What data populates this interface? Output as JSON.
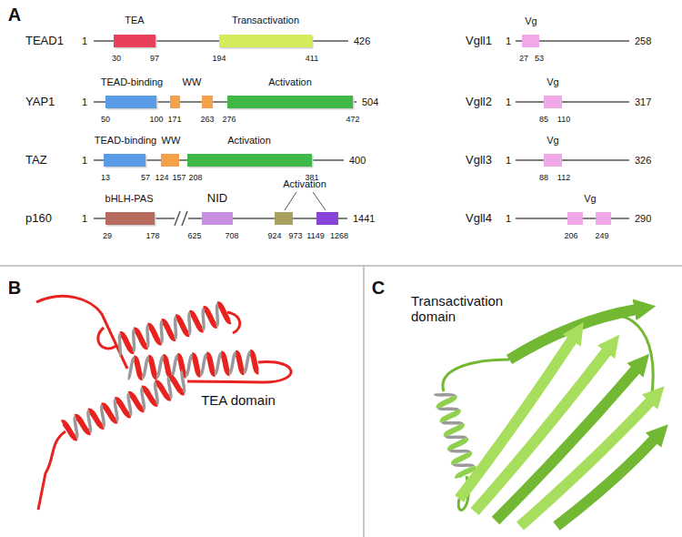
{
  "diagram": {
    "labels": [
      "A",
      "TEA",
      "Transactivation",
      "TEAD1",
      "1",
      "426",
      "30",
      "97",
      "194",
      "411",
      "TEAD-binding",
      "WW",
      "Activation",
      "YAP1",
      "1",
      "504",
      "50",
      "100",
      "171",
      "263",
      "276",
      "472",
      "TEAD-binding",
      "WW",
      "Activation",
      "TAZ",
      "1",
      "400",
      "13",
      "57",
      "124",
      "157",
      "208",
      "381",
      "bHLH-PAS",
      "NID",
      "Activation",
      "p160",
      "1",
      "1441",
      "29",
      "178",
      "625",
      "708",
      "924",
      "973",
      "1149",
      "1268",
      "Vg",
      "Vgll1",
      "1",
      "258",
      "27",
      "53",
      "Vg",
      "Vgll2",
      "1",
      "317",
      "85",
      "110",
      "Vg",
      "Vgll3",
      "1",
      "326",
      "88",
      "112",
      "Vg",
      "Vgll4",
      "1",
      "290",
      "206",
      "249",
      "B",
      "TEA domain",
      "C",
      "Transactivation domain"
    ]
  }
}
